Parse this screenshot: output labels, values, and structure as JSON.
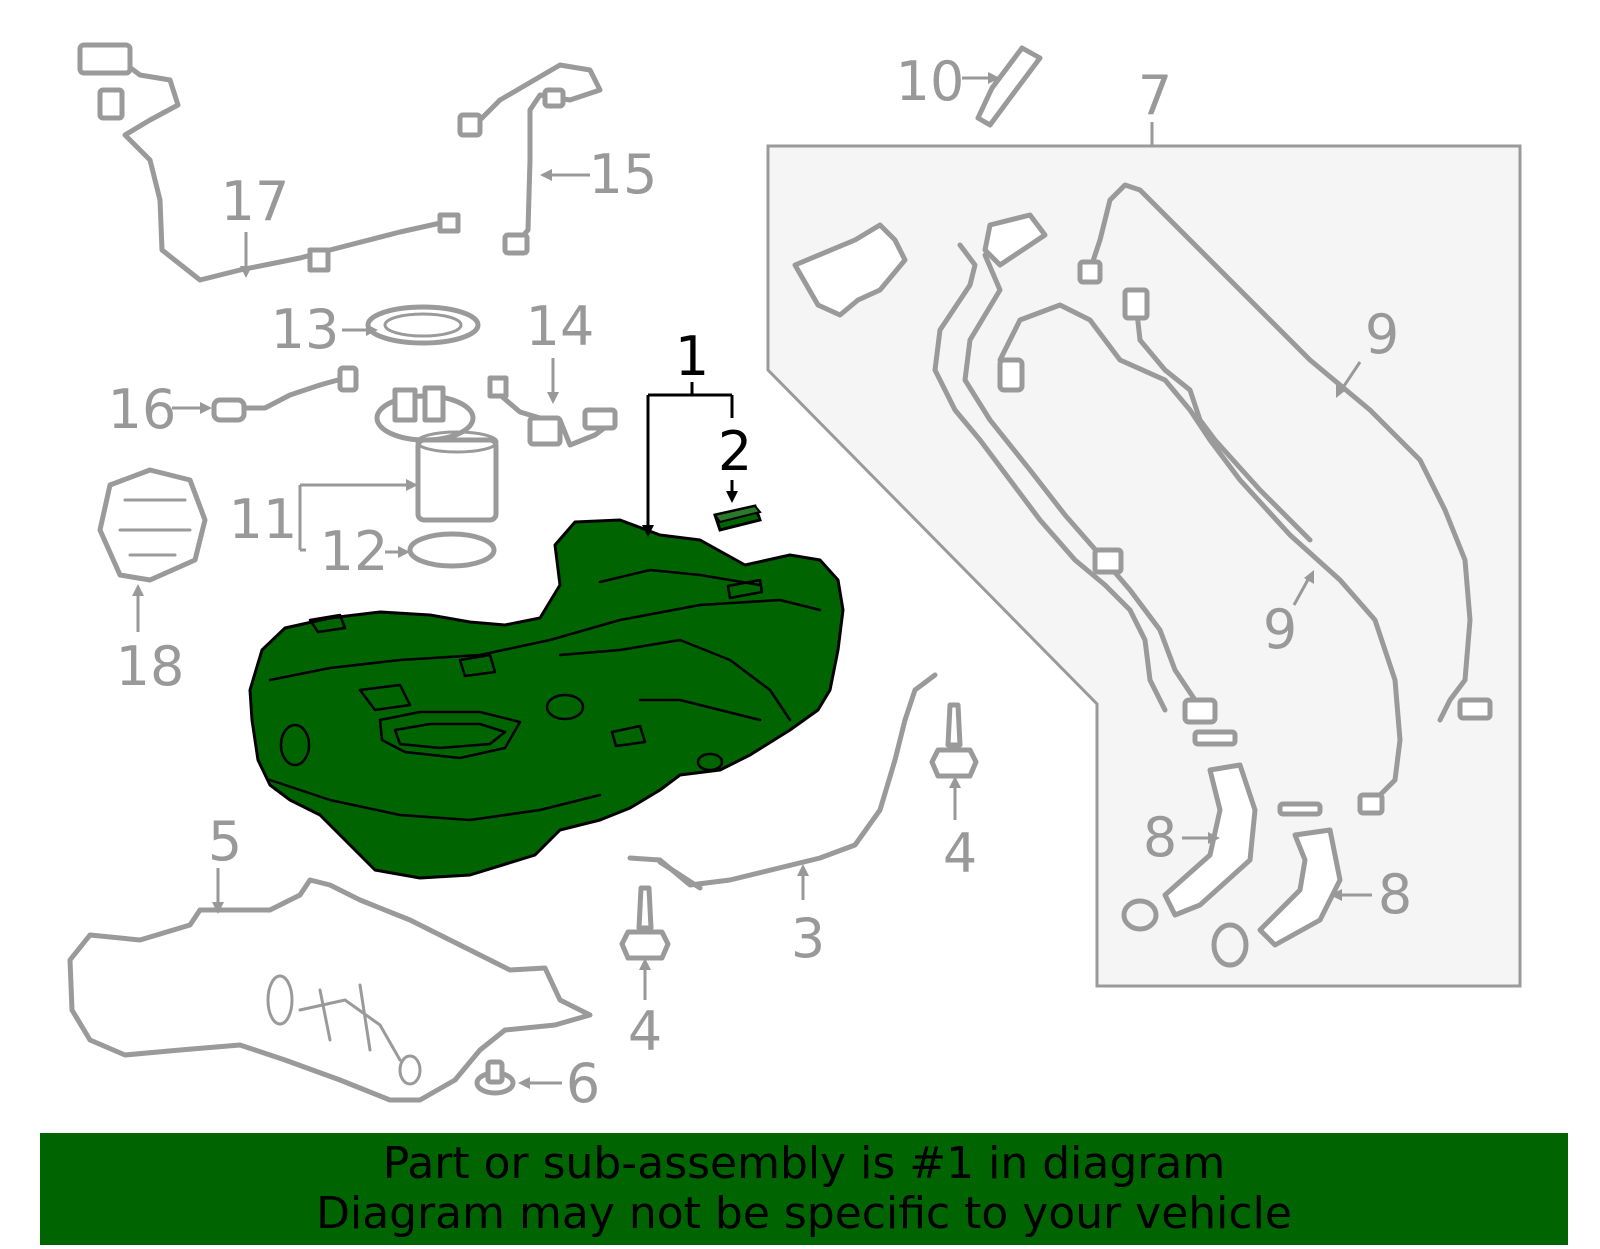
{
  "callouts": {
    "c1": "1",
    "c2": "2",
    "c3": "3",
    "c4a": "4",
    "c4b": "4",
    "c5": "5",
    "c6": "6",
    "c7": "7",
    "c8a": "8",
    "c8b": "8",
    "c9a": "9",
    "c9b": "9",
    "c10": "10",
    "c11": "11",
    "c12": "12",
    "c13": "13",
    "c14": "14",
    "c15": "15",
    "c16": "16",
    "c17": "17",
    "c18": "18"
  },
  "banner": {
    "line1": "Part or sub-assembly is #1 in diagram",
    "line2": "Diagram may not be specific to your vehicle"
  },
  "colors": {
    "highlight": "#006400",
    "parts_gray": "#9a9a9a",
    "panel_bg": "#f5f5f5"
  }
}
